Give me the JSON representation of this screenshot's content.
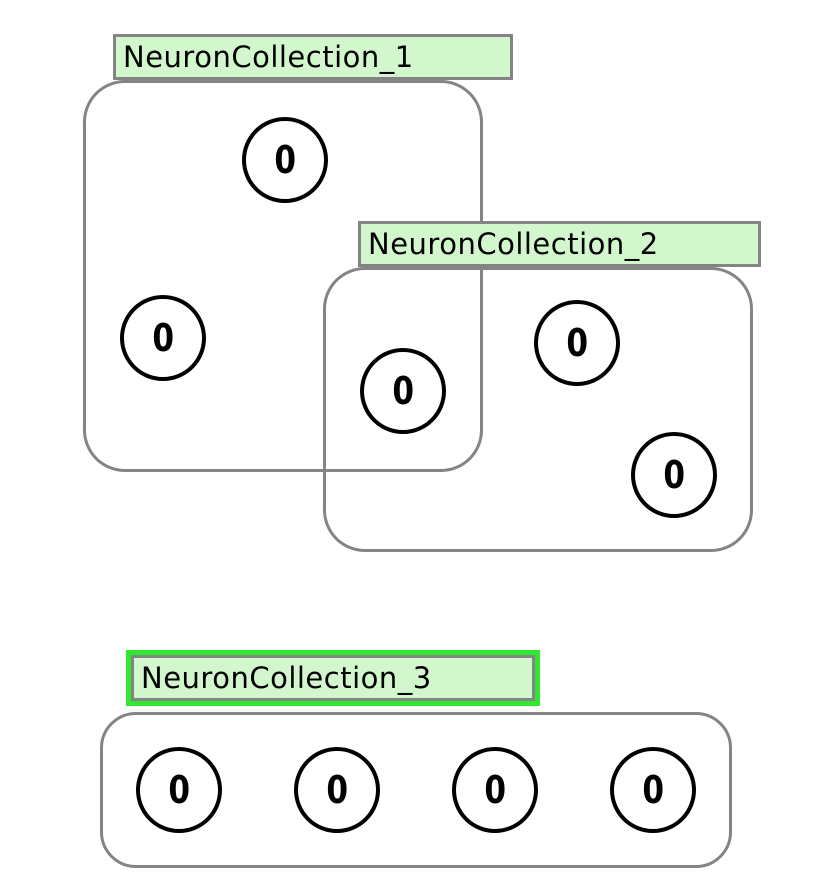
{
  "collections": [
    {
      "label": "NeuronCollection_1",
      "selected": false
    },
    {
      "label": "NeuronCollection_2",
      "selected": false
    },
    {
      "label": "NeuronCollection_3",
      "selected": true
    }
  ],
  "neurons": [
    {
      "value": "0"
    },
    {
      "value": "0"
    },
    {
      "value": "0"
    },
    {
      "value": "0"
    },
    {
      "value": "0"
    },
    {
      "value": "0"
    },
    {
      "value": "0"
    },
    {
      "value": "0"
    },
    {
      "value": "0"
    }
  ],
  "colors": {
    "canvas-bg": "#ffffff",
    "label-bg": "#d2f7cd",
    "selection-green": "#30e830",
    "border-gray": "#848484",
    "neuron-border": "#000000"
  }
}
